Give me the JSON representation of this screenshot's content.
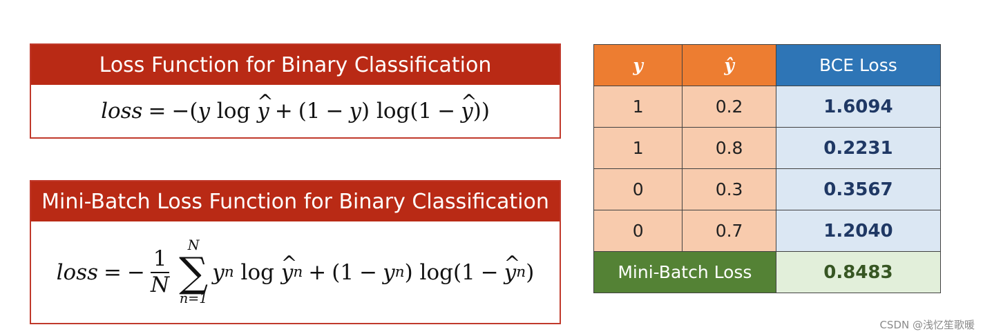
{
  "card1": {
    "title": "Loss Function for Binary Classification",
    "formula": "loss = −(y log ŷ + (1 − y) log(1 − ŷ))"
  },
  "card2": {
    "title": "Mini-Batch Loss Function for Binary Classification",
    "formula": "loss = −(1/N) Σ_{n=1}^{N} y_n log ŷ_n + (1 − y_n) log(1 − ŷ_n)"
  },
  "table": {
    "headers": [
      "y",
      "ŷ",
      "BCE Loss"
    ],
    "rows": [
      {
        "y": "1",
        "y_hat": "0.2",
        "loss": "1.6094"
      },
      {
        "y": "1",
        "y_hat": "0.8",
        "loss": "0.2231"
      },
      {
        "y": "0",
        "y_hat": "0.3",
        "loss": "0.3567"
      },
      {
        "y": "0",
        "y_hat": "0.7",
        "loss": "1.2040"
      }
    ],
    "footer": {
      "label": "Mini-Batch Loss",
      "value": "0.8483"
    }
  },
  "colors": {
    "card_header": "#b92a15",
    "table_header_orange": "#ed7d31",
    "table_header_blue": "#2e75b6",
    "cell_peach": "#f8cbad",
    "cell_lightblue": "#dbe7f3",
    "footer_green": "#548235",
    "footer_lightgreen": "#e2efda"
  },
  "watermark": "CSDN @浅忆笙歌暖"
}
